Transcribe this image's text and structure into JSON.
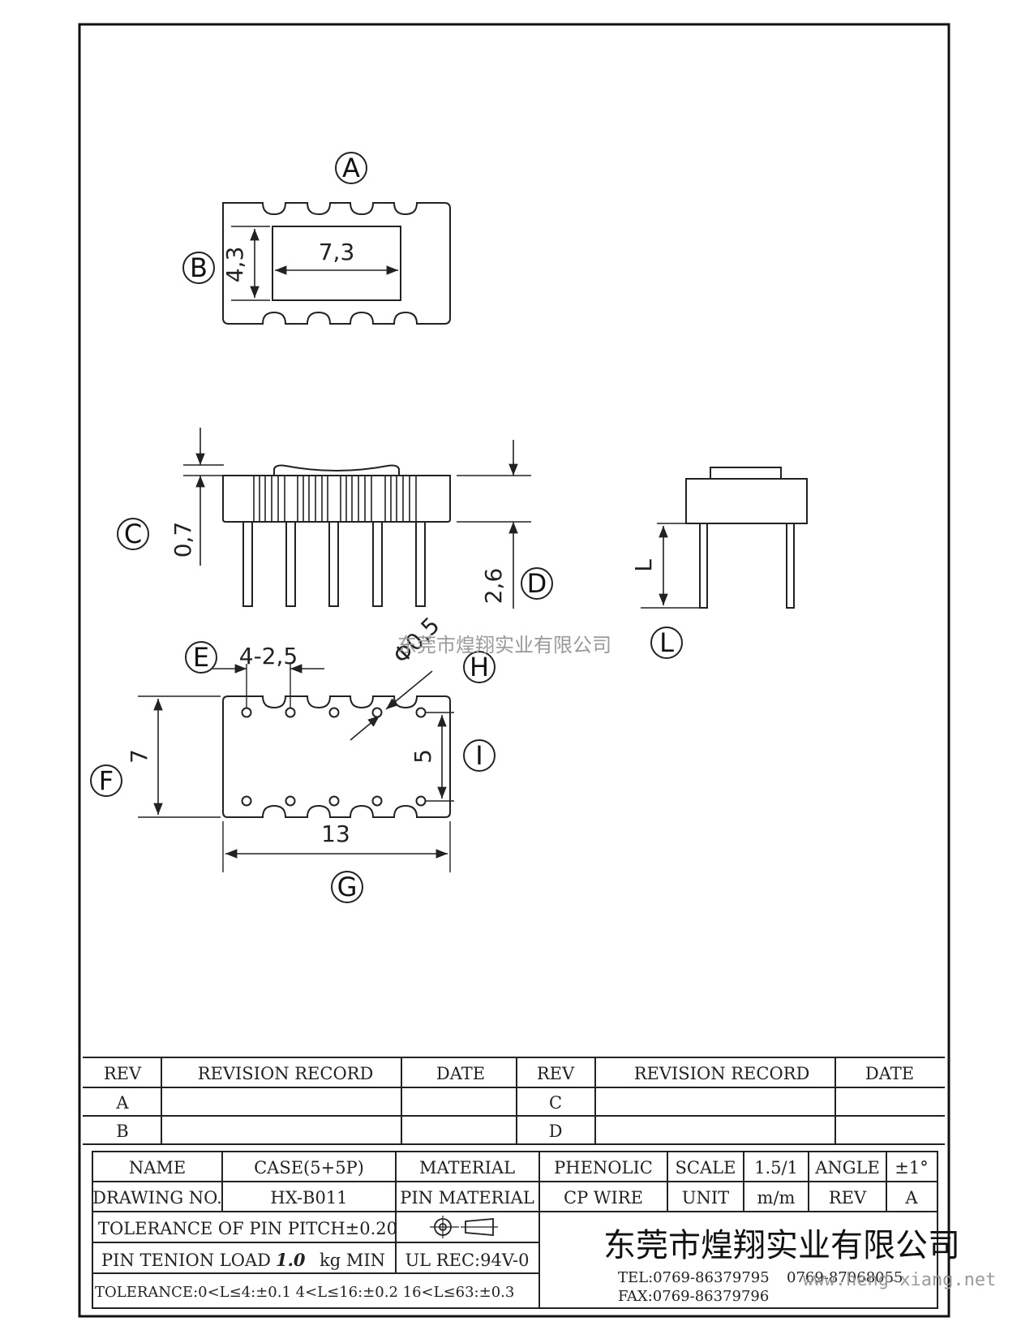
{
  "top_view": {
    "bubble": "A",
    "side_bubble": "B",
    "width_dim": "7,3",
    "height_dim": "4,3"
  },
  "side_view": {
    "bubble_c": "C",
    "dim_c": "0,7",
    "bubble_d": "D",
    "dim_d": "2,6"
  },
  "end_view": {
    "bubble_l": "L",
    "dim_l": "L"
  },
  "bottom_view": {
    "bubble_e": "E",
    "dim_e": "4-2,5",
    "bubble_f": "F",
    "dim_f": "7",
    "bubble_g": "G",
    "dim_g": "13",
    "bubble_h": "H",
    "dim_h": "Φ0,5",
    "bubble_i": "I",
    "dim_i": "5"
  },
  "watermark_center": "东莞市煌翔实业有限公司",
  "revision_table": {
    "headers": [
      "REV",
      "REVISION RECORD",
      "DATE",
      "REV",
      "REVISION RECORD",
      "DATE"
    ],
    "rows": [
      [
        "A",
        "",
        "",
        "C",
        "",
        ""
      ],
      [
        "B",
        "",
        "",
        "D",
        "",
        ""
      ]
    ]
  },
  "title_block": {
    "name_label": "NAME",
    "name_value": "CASE(5+5P)",
    "material_label": "MATERIAL",
    "material_value": "PHENOLIC",
    "scale_label": "SCALE",
    "scale_value": "1.5/1",
    "angle_label": "ANGLE",
    "angle_value": "±1°",
    "drawing_no_label": "DRAWING NO.",
    "drawing_no_value": "HX-B011",
    "pin_material_label": "PIN MATERIAL",
    "pin_material_value": "CP WIRE",
    "unit_label": "UNIT",
    "unit_value": "m/m",
    "rev_label": "REV",
    "rev_value": "A",
    "tolerance_pitch": "TOLERANCE OF PIN PITCH±0.20",
    "pin_tenion_label": "PIN TENION LOAD",
    "pin_tenion_value": "1.0",
    "pin_tenion_unit": "kg MIN",
    "ul_rec": "UL REC:94V-0",
    "tolerance_line": "TOLERANCE:0<L≤4:±0.1   4<L≤16:±0.2   16<L≤63:±0.3",
    "company": "东莞市煌翔实业有限公司",
    "tel": "TEL:0769-86379795",
    "tel2": "0769-87068055",
    "fax": "FAX:0769-86379796"
  },
  "watermark_url": "www.heng-xiang.net"
}
